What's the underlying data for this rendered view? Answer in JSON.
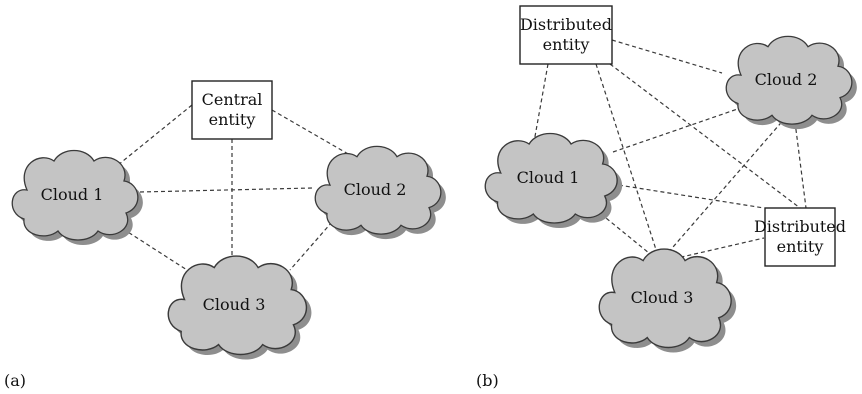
{
  "panels": [
    {
      "id": "a",
      "label": "(a)",
      "nodes": [
        {
          "id": "central",
          "kind": "entity",
          "lines": [
            "Central",
            "entity"
          ]
        },
        {
          "id": "c1",
          "kind": "cloud",
          "lines": [
            "Cloud 1"
          ]
        },
        {
          "id": "c2",
          "kind": "cloud",
          "lines": [
            "Cloud 2"
          ]
        },
        {
          "id": "c3",
          "kind": "cloud",
          "lines": [
            "Cloud 3"
          ]
        }
      ],
      "links": [
        [
          "central",
          "c1"
        ],
        [
          "central",
          "c2"
        ],
        [
          "central",
          "c3"
        ],
        [
          "c1",
          "c2"
        ],
        [
          "c1",
          "c3"
        ],
        [
          "c2",
          "c3"
        ]
      ]
    },
    {
      "id": "b",
      "label": "(b)",
      "nodes": [
        {
          "id": "d1",
          "kind": "entity",
          "lines": [
            "Distributed",
            "entity"
          ]
        },
        {
          "id": "d2",
          "kind": "entity",
          "lines": [
            "Distributed",
            "entity"
          ]
        },
        {
          "id": "c1",
          "kind": "cloud",
          "lines": [
            "Cloud 1"
          ]
        },
        {
          "id": "c2",
          "kind": "cloud",
          "lines": [
            "Cloud 2"
          ]
        },
        {
          "id": "c3",
          "kind": "cloud",
          "lines": [
            "Cloud 3"
          ]
        }
      ],
      "links": [
        [
          "d1",
          "c1"
        ],
        [
          "d1",
          "c2"
        ],
        [
          "d1",
          "c3"
        ],
        [
          "d1",
          "d2"
        ],
        [
          "c1",
          "c2"
        ],
        [
          "c1",
          "d2"
        ],
        [
          "c1",
          "c3"
        ],
        [
          "c2",
          "c3"
        ],
        [
          "c2",
          "d2"
        ],
        [
          "c3",
          "d2"
        ]
      ]
    }
  ]
}
